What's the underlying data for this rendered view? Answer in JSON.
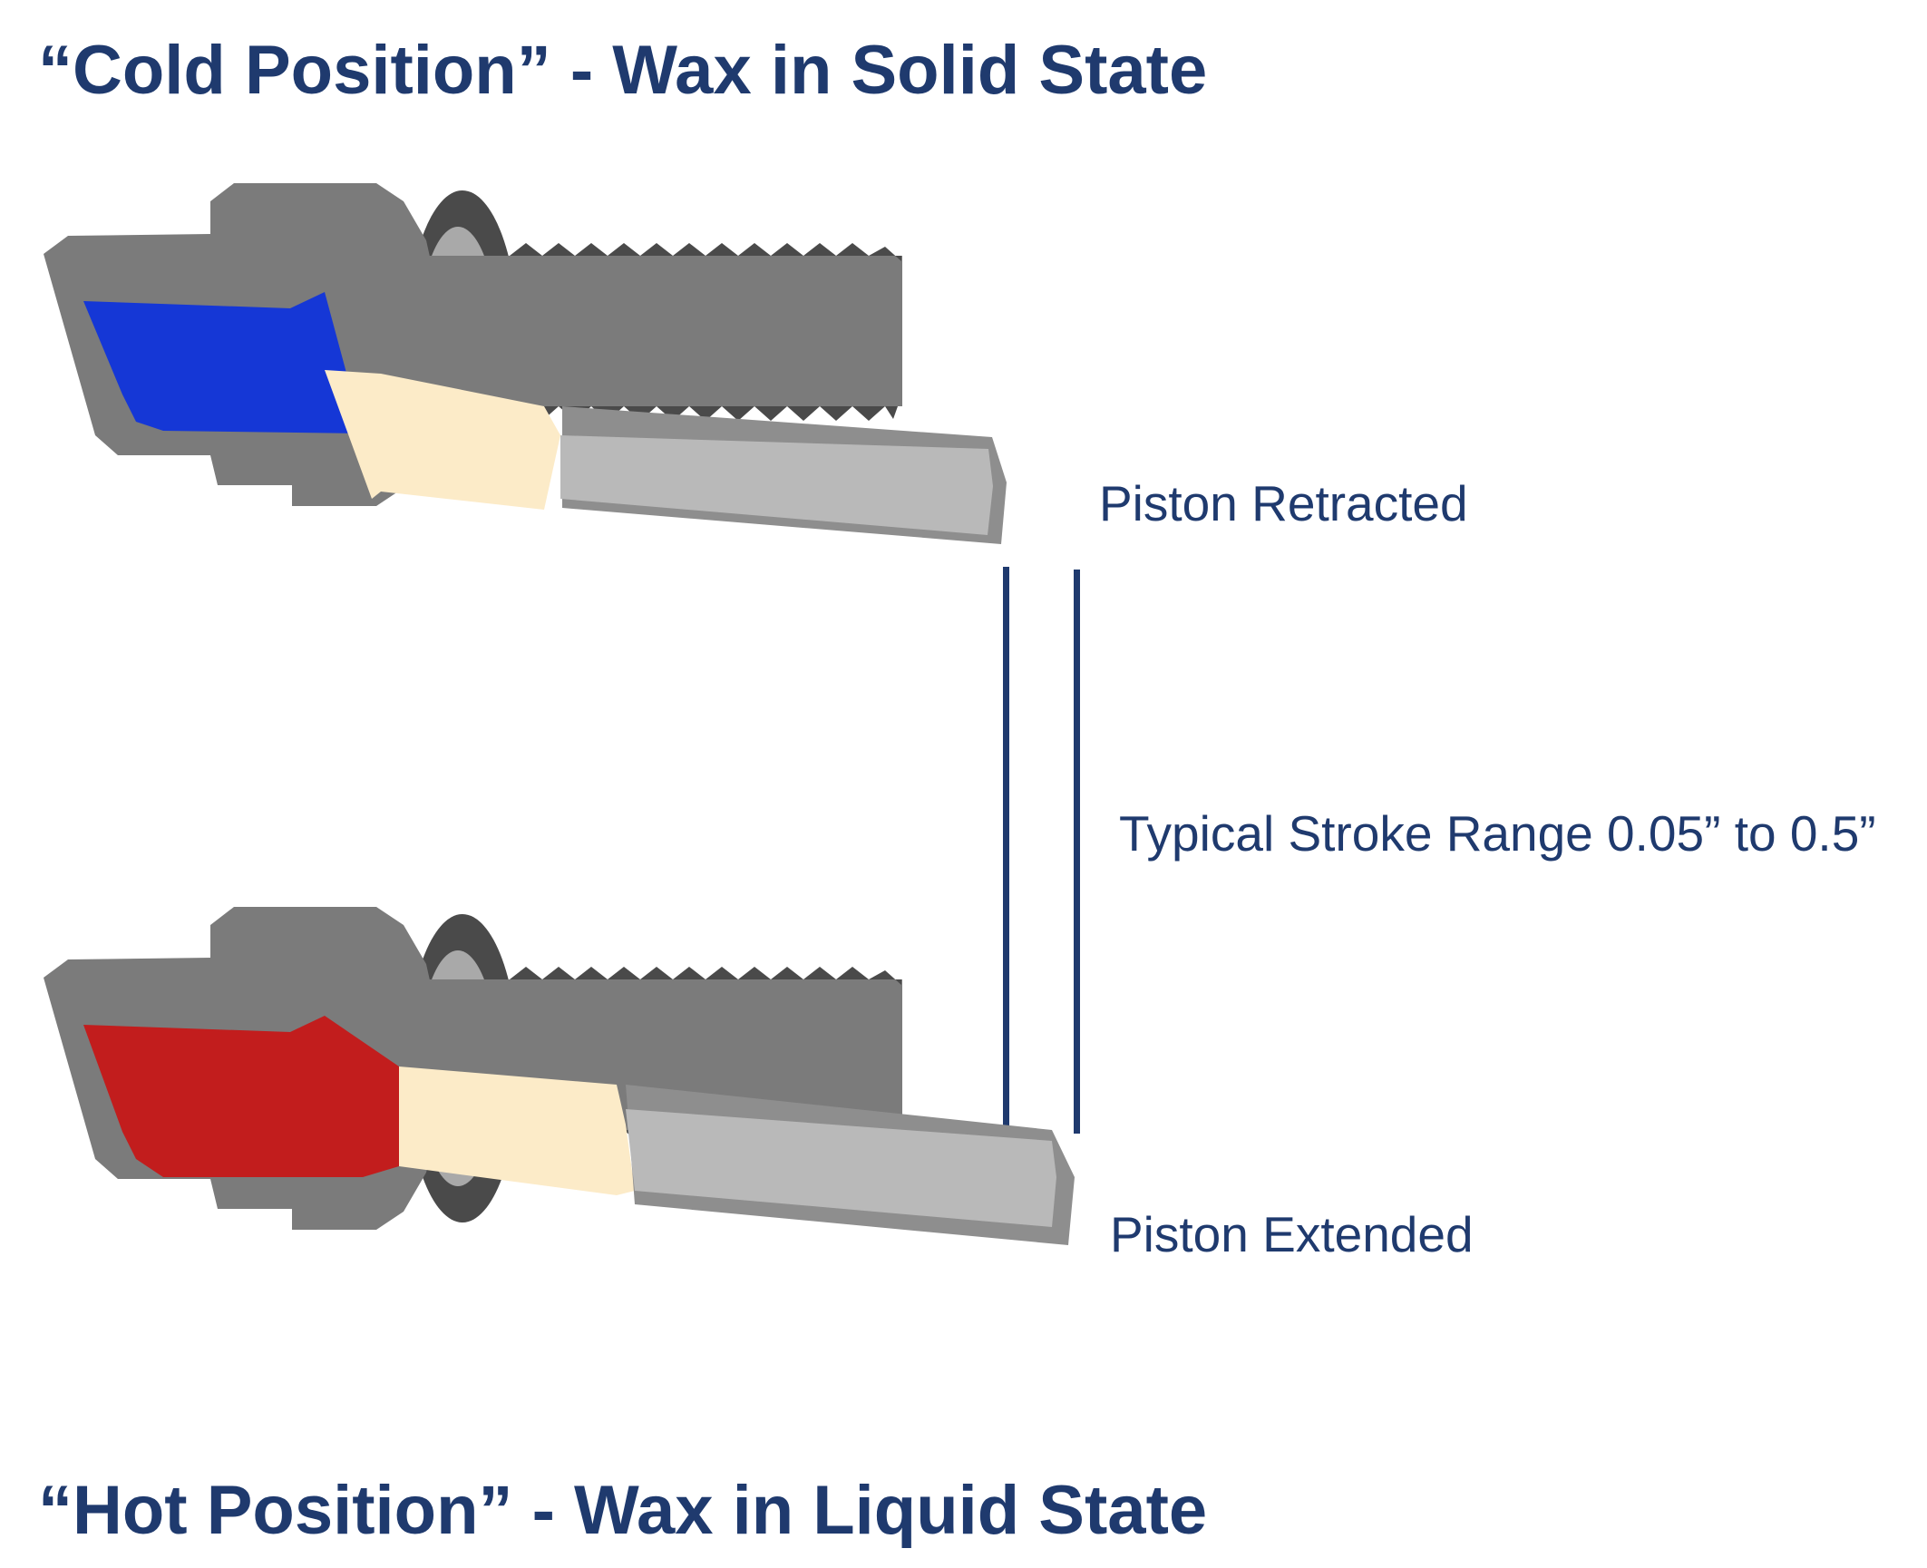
{
  "titles": {
    "cold": "“Cold Position” - Wax in Solid State",
    "hot": "“Hot Position” - Wax in Liquid State"
  },
  "labels": {
    "retracted": "Piston Retracted",
    "stroke_range": "Typical Stroke Range 0.05” to 0.5”",
    "extended": "Piston Extended"
  },
  "colors": {
    "text": "#1f3a6e",
    "stroke_line": "#1f3a6e",
    "housing": "#7b7b7b",
    "housing_dark": "#4a4a4a",
    "housing_light": "#a9a9a9",
    "wax_solid": "#1537d6",
    "wax_liquid": "#c21d1d",
    "seal": "#fcebc8",
    "piston": "#b9b9b9",
    "piston_dark": "#8e8e8e"
  },
  "icons": {
    "cold_actuator": "wax-actuator-cutaway-icon",
    "hot_actuator": "wax-actuator-cutaway-icon"
  }
}
